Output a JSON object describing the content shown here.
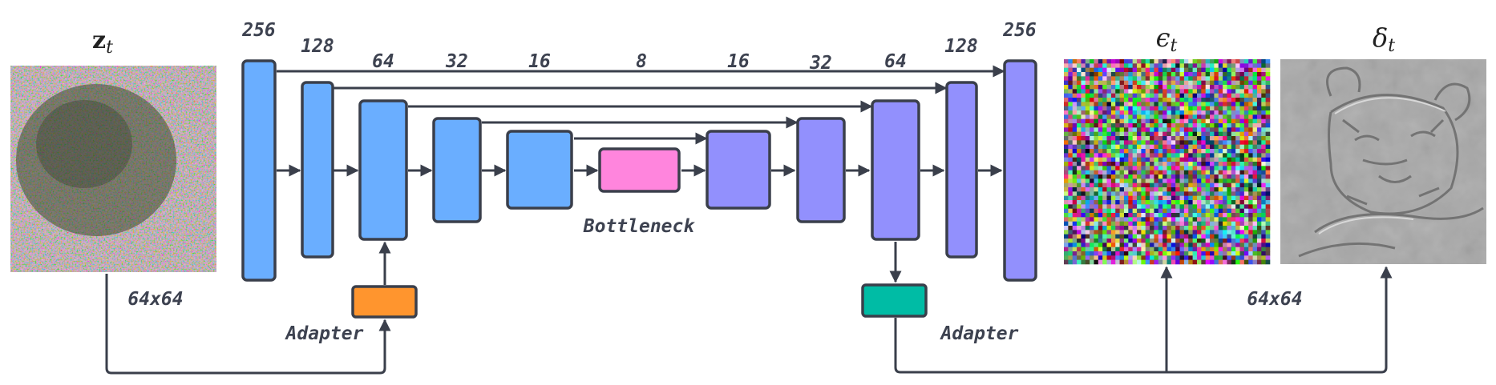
{
  "input_label": {
    "main": "z",
    "sub": "t"
  },
  "output_eps_label": {
    "main": "ϵ",
    "sub": "t"
  },
  "output_delta_label": {
    "main": "δ",
    "sub": "t"
  },
  "resolution_left": "64x64",
  "resolution_right": "64x64",
  "bottleneck_label": "Bottleneck",
  "adapter_left_label": "Adapter",
  "adapter_right_label": "Adapter",
  "encoder_sizes": [
    "256",
    "128",
    "64",
    "32",
    "16"
  ],
  "bottleneck_size": "8",
  "decoder_sizes": [
    "16",
    "32",
    "64",
    "128",
    "256"
  ],
  "colors": {
    "encoder": "#6aaeff",
    "decoder": "#9290fd",
    "bottleneck": "#ff85dd",
    "adapter_left": "#ff952e",
    "adapter_right": "#00bca5",
    "stroke": "#3a3f4b"
  }
}
